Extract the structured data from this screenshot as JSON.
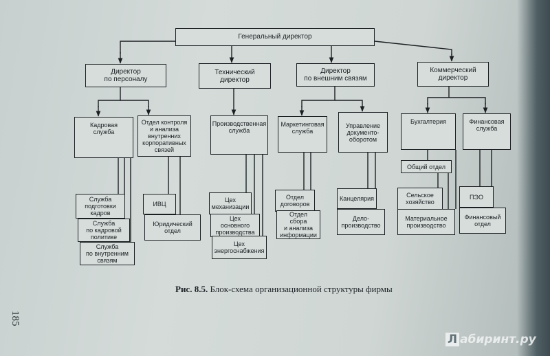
{
  "boxes": {
    "general_director": "Генеральный директор",
    "hr_director": "Директор\nпо персоналу",
    "technical_director": "Технический\nдиректор",
    "external_director": "Директор\nпо внешним связям",
    "commercial_director": "Коммерческий\nдиректор",
    "personnel_service": "Кадровая\nслужба",
    "control_dept": "Отдел контроля\nи анализа\nвнутренних\nкорпоративных\nсвязей",
    "production_service": "Производственная\nслужба",
    "marketing_service": "Маркетинговая\nслужба",
    "document_management": "Управление\nдокументо-\nоборотом",
    "accounting": "Бухгалтерия",
    "finance_service": "Финансовая\nслужба",
    "recruitment": "Служба\nподготовки\nкадров",
    "hr_policy": "Служба\nпо кадровой\nполитике",
    "internal_relations": "Служба\nпо внутренним\nсвязям",
    "ivc": "ИВЦ",
    "legal_dept": "Юридический\nотдел",
    "mechanization_shop": "Цех\nмеханизации",
    "main_production_shop": "Цех\nосновного\nпроизводства",
    "energy_shop": "Цех\nэнергоснабжения",
    "contracts_dept": "Отдел\nдоговоров",
    "info_dept": "Отдел\nсбора\nи анализа\nинформации",
    "chancellery": "Канцелярия",
    "records_management": "Дело-\nпроизводство",
    "general_dept": "Общий отдел",
    "agriculture": "Сельское\nхозяйство",
    "material_production": "Материальное\nпроизводство",
    "peo": "ПЭО",
    "finance_dept": "Финансовый\nотдел"
  },
  "caption": {
    "label": "Рис. 8.5.",
    "text": " Блок-схема организационной структуры фирмы"
  },
  "page_number": "185",
  "watermark": {
    "mark": "Л",
    "text": "абиринт.ру"
  }
}
